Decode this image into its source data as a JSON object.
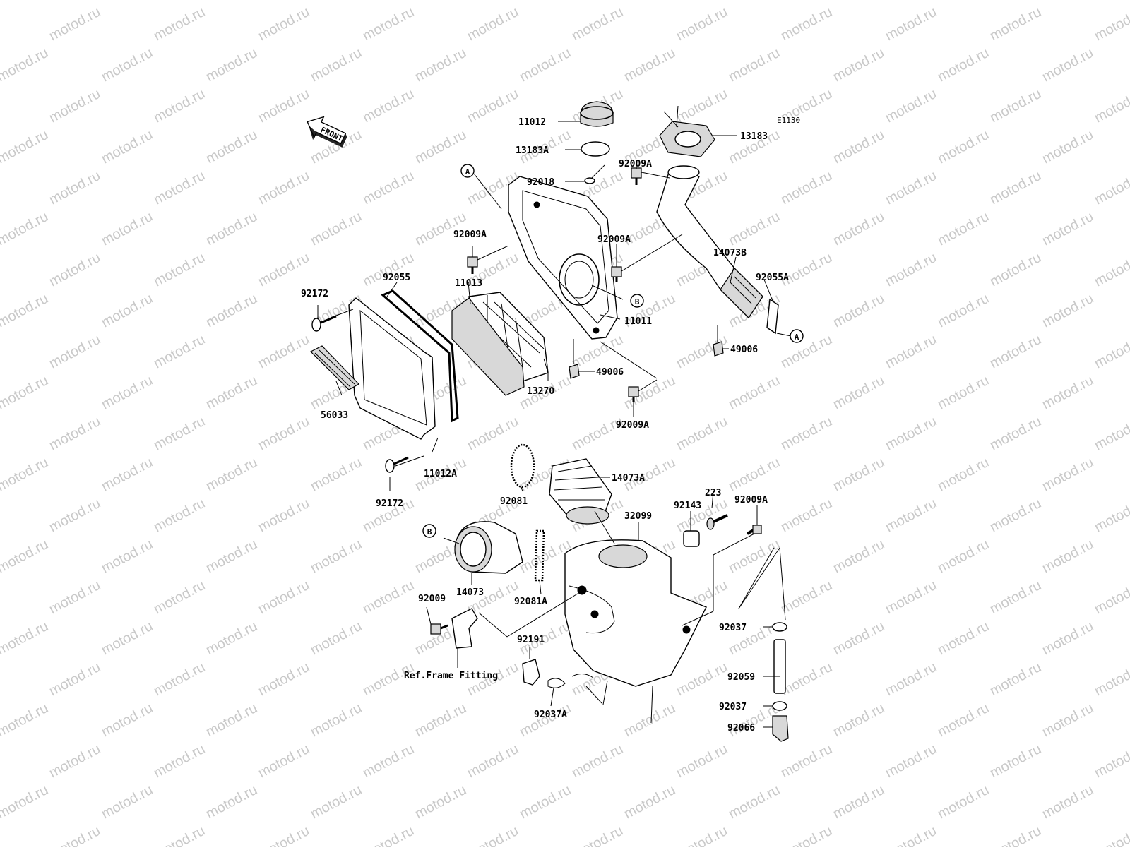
{
  "diagram_code": "E1130",
  "front_label": "FRONT",
  "watermark": "motod.ru",
  "ref_note": "Ref.Frame Fitting",
  "callouts": {
    "A": "A",
    "B": "B"
  },
  "parts": {
    "p11012": "11012",
    "p13183A": "13183A",
    "p92018": "92018",
    "p13183": "13183",
    "p92009A_top": "92009A",
    "p92009A_left": "92009A",
    "p92009A_mid": "92009A",
    "p14073B": "14073B",
    "p92055A": "92055A",
    "p92055": "92055",
    "p11013": "11013",
    "p92172_top": "92172",
    "p11011": "11011",
    "p49006_right": "49006",
    "p49006_mid": "49006",
    "p13270": "13270",
    "p92009A_low": "92009A",
    "p56033": "56033",
    "p11012A": "11012A",
    "p92172_bottom": "92172",
    "p14073A": "14073A",
    "p92081": "92081",
    "p223": "223",
    "p92143": "92143",
    "p92009A_right": "92009A",
    "p32099": "32099",
    "p14073": "14073",
    "p92081A": "92081A",
    "p92009": "92009",
    "p92037_top": "92037",
    "p92191": "92191",
    "p92059": "92059",
    "p92037A": "92037A",
    "p92037_bottom": "92037",
    "p92066": "92066"
  }
}
